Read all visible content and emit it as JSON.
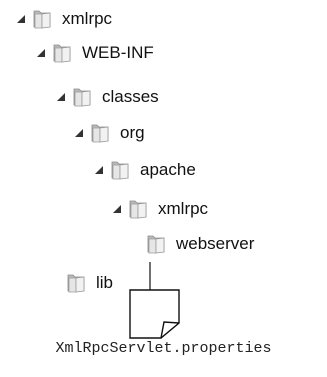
{
  "tree": {
    "nodes": [
      {
        "label": "xmlrpc",
        "expanded": true,
        "icon": "folder-icon"
      },
      {
        "label": "WEB-INF",
        "expanded": true,
        "icon": "folder-icon"
      },
      {
        "label": "classes",
        "expanded": true,
        "icon": "folder-icon"
      },
      {
        "label": "org",
        "expanded": true,
        "icon": "folder-icon"
      },
      {
        "label": "apache",
        "expanded": true,
        "icon": "folder-icon"
      },
      {
        "label": "xmlrpc",
        "expanded": true,
        "icon": "folder-icon"
      },
      {
        "label": "webserver",
        "expanded": false,
        "icon": "folder-icon"
      },
      {
        "label": "lib",
        "expanded": false,
        "icon": "folder-icon"
      }
    ]
  },
  "file": {
    "name": "XmlRpcServlet.properties",
    "icon": "document-icon"
  },
  "colors": {
    "folder_back": "#b9b9b9",
    "folder_front": "#e6e6e6",
    "arrow": "#333333",
    "line": "#111111"
  }
}
